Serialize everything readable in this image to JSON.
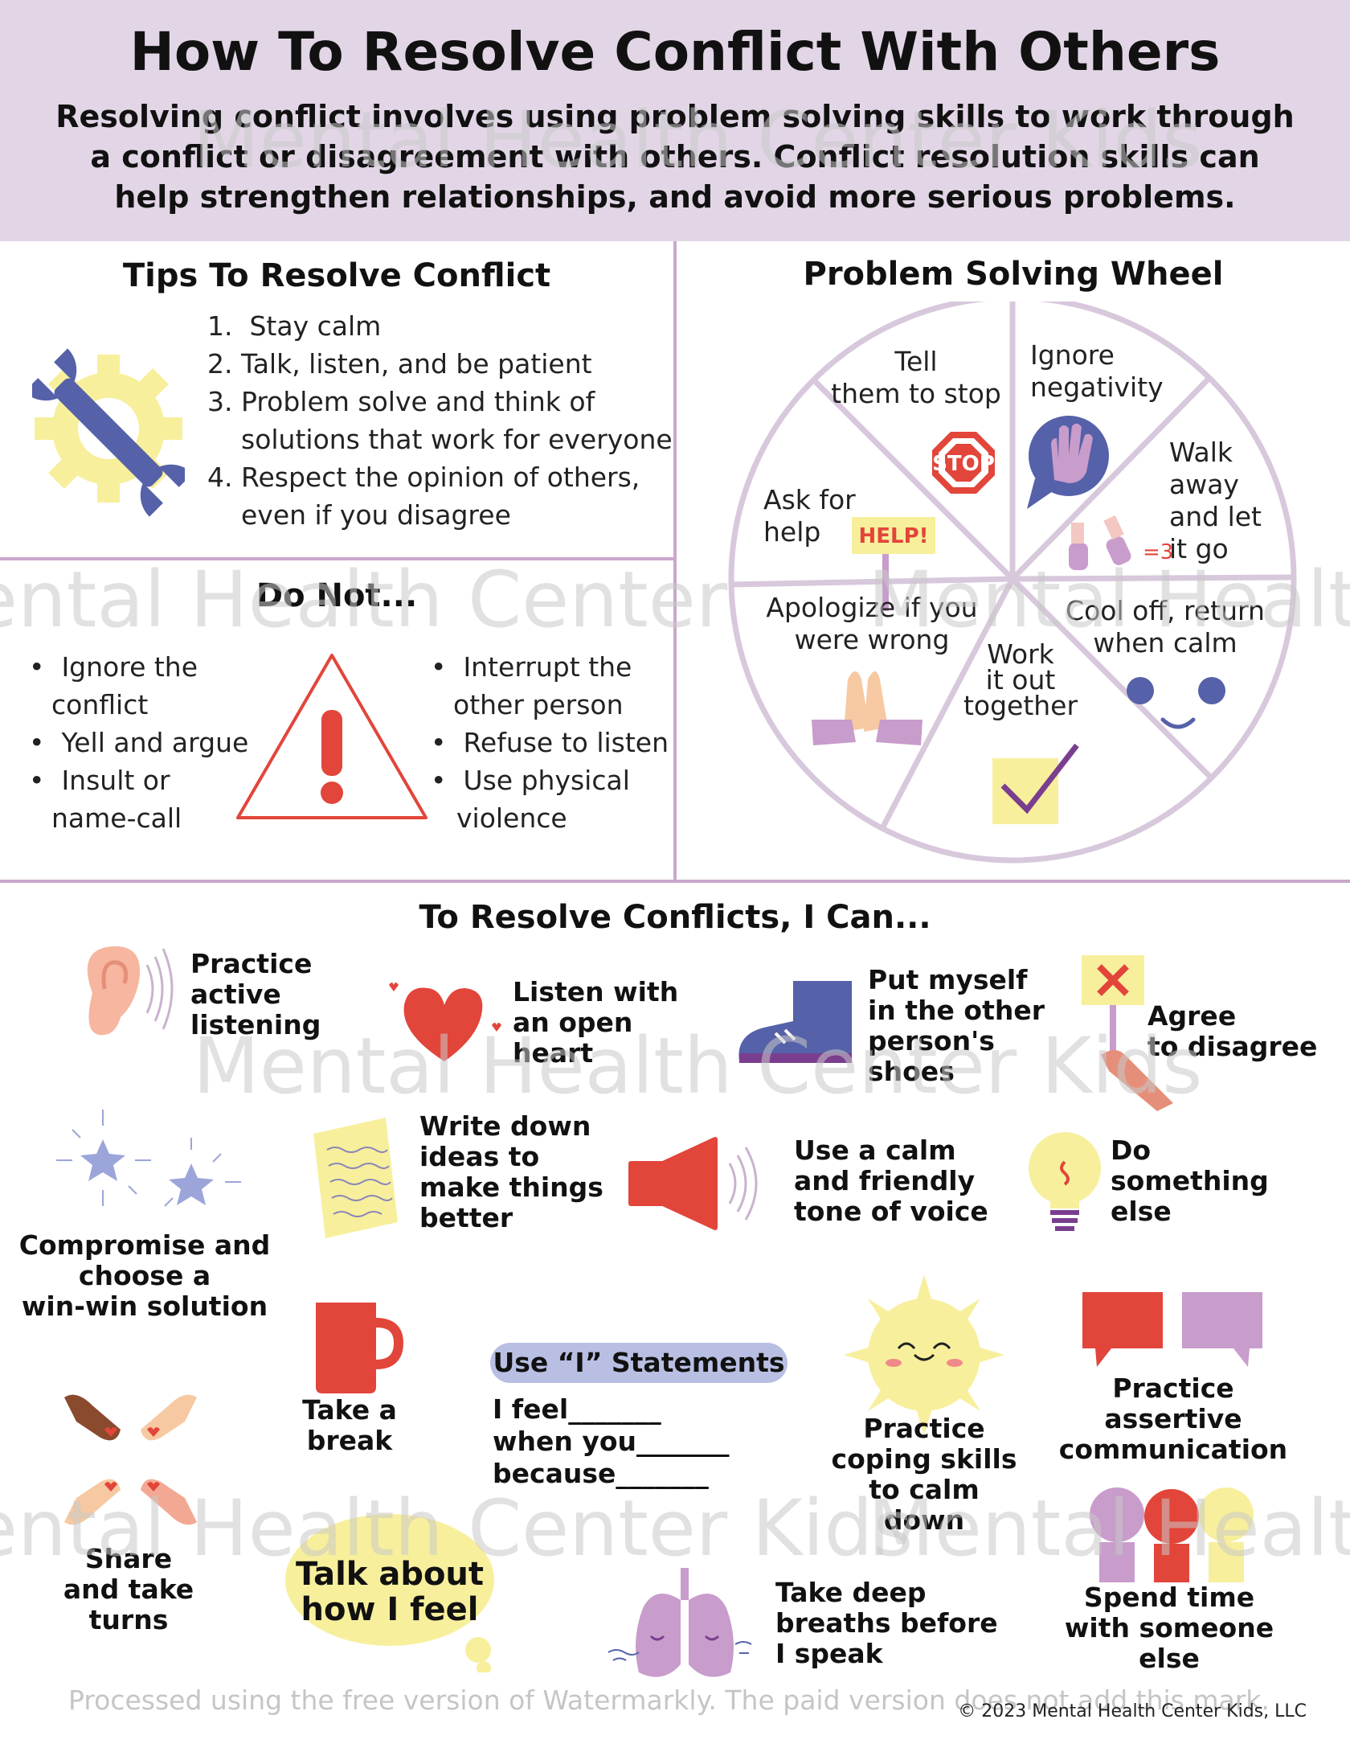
{
  "header": {
    "title": "How To Resolve Conflict With Others",
    "intro": "Resolving conflict involves using problem solving skills to work through a conflict or disagreement with others.  Conflict resolution skills can help strengthen relationships, and avoid more serious problems."
  },
  "tips": {
    "title": "Tips To Resolve Conflict",
    "items": [
      {
        "num": "1.",
        "line1": "Stay calm",
        "line2": ""
      },
      {
        "num": "2.",
        "line1": "Talk, listen, and be patient",
        "line2": ""
      },
      {
        "num": "3.",
        "line1": "Problem solve and think of",
        "line2": "solutions that work for everyone"
      },
      {
        "num": "4.",
        "line1": "Respect the opinion of others,",
        "line2": "even if you disagree"
      }
    ]
  },
  "do_not": {
    "title": "Do Not...",
    "left": [
      "Ignore the",
      "conflict",
      "Yell and argue",
      "Insult or",
      "name-call"
    ],
    "right": [
      "Interrupt the",
      "other person",
      "Refuse to listen",
      "Use physical",
      "violence"
    ]
  },
  "wheel": {
    "title": "Problem Solving Wheel",
    "segments": [
      {
        "id": "tell",
        "lines": [
          "Tell",
          "them to stop"
        ]
      },
      {
        "id": "ignore",
        "lines": [
          "Ignore",
          "negativity"
        ]
      },
      {
        "id": "walk",
        "lines": [
          "Walk",
          "away",
          "and let",
          "it go"
        ]
      },
      {
        "id": "cool",
        "lines": [
          "Cool off, return",
          "when calm"
        ]
      },
      {
        "id": "work",
        "lines": [
          "Work",
          "it out",
          "together"
        ]
      },
      {
        "id": "apologize",
        "lines": [
          "Apologize if you",
          "were wrong"
        ]
      },
      {
        "id": "ask",
        "lines": [
          "Ask for",
          "help"
        ]
      }
    ],
    "stop_sign": "STOP",
    "help_sign": "HELP!"
  },
  "resolve": {
    "title": "To Resolve Conflicts, I Can...",
    "active_listening": [
      "Practice",
      "active",
      "listening"
    ],
    "open_heart": [
      "Listen with",
      "an open",
      "heart"
    ],
    "shoes": [
      "Put myself",
      "in the other",
      "person's",
      "shoes"
    ],
    "agree": [
      "Agree",
      "to disagree"
    ],
    "compromise": [
      "Compromise and",
      "choose a",
      "win-win solution"
    ],
    "write": [
      "Write down",
      "ideas to",
      "make things",
      "better"
    ],
    "tone": [
      "Use a calm",
      "and friendly",
      "tone of voice"
    ],
    "something_else": [
      "Do",
      "something",
      "else"
    ],
    "break": [
      "Take a",
      "break"
    ],
    "i_statements": {
      "label": "Use “I” Statements",
      "lines": [
        "I feel_______",
        "when you_______",
        "because_______"
      ]
    },
    "coping": [
      "Practice",
      "coping skills",
      "to calm",
      "down"
    ],
    "assertive": [
      "Practice assertive",
      "communication"
    ],
    "share": [
      "Share",
      "and take",
      "turns"
    ],
    "talk": [
      "Talk about",
      "how I feel"
    ],
    "breaths": [
      "Take deep",
      "breaths before",
      "I speak"
    ],
    "spend_time": [
      "Spend time",
      "with someone",
      "else"
    ]
  },
  "watermarks": {
    "brand": "Mental Health Center Kids",
    "footer": "Processed using the free version of Watermarkly. The paid version does not add this mark."
  },
  "copyright": "© 2023 Mental Health Center Kids, LLC",
  "colors": {
    "header_bg": "#e2d6e6",
    "divider": "#c9a7cc",
    "red": "#e2453a",
    "blue": "#5561a8",
    "yellow": "#f7ef9c",
    "purple": "#c89ccb",
    "wheel_line": "#d8c8dc"
  }
}
